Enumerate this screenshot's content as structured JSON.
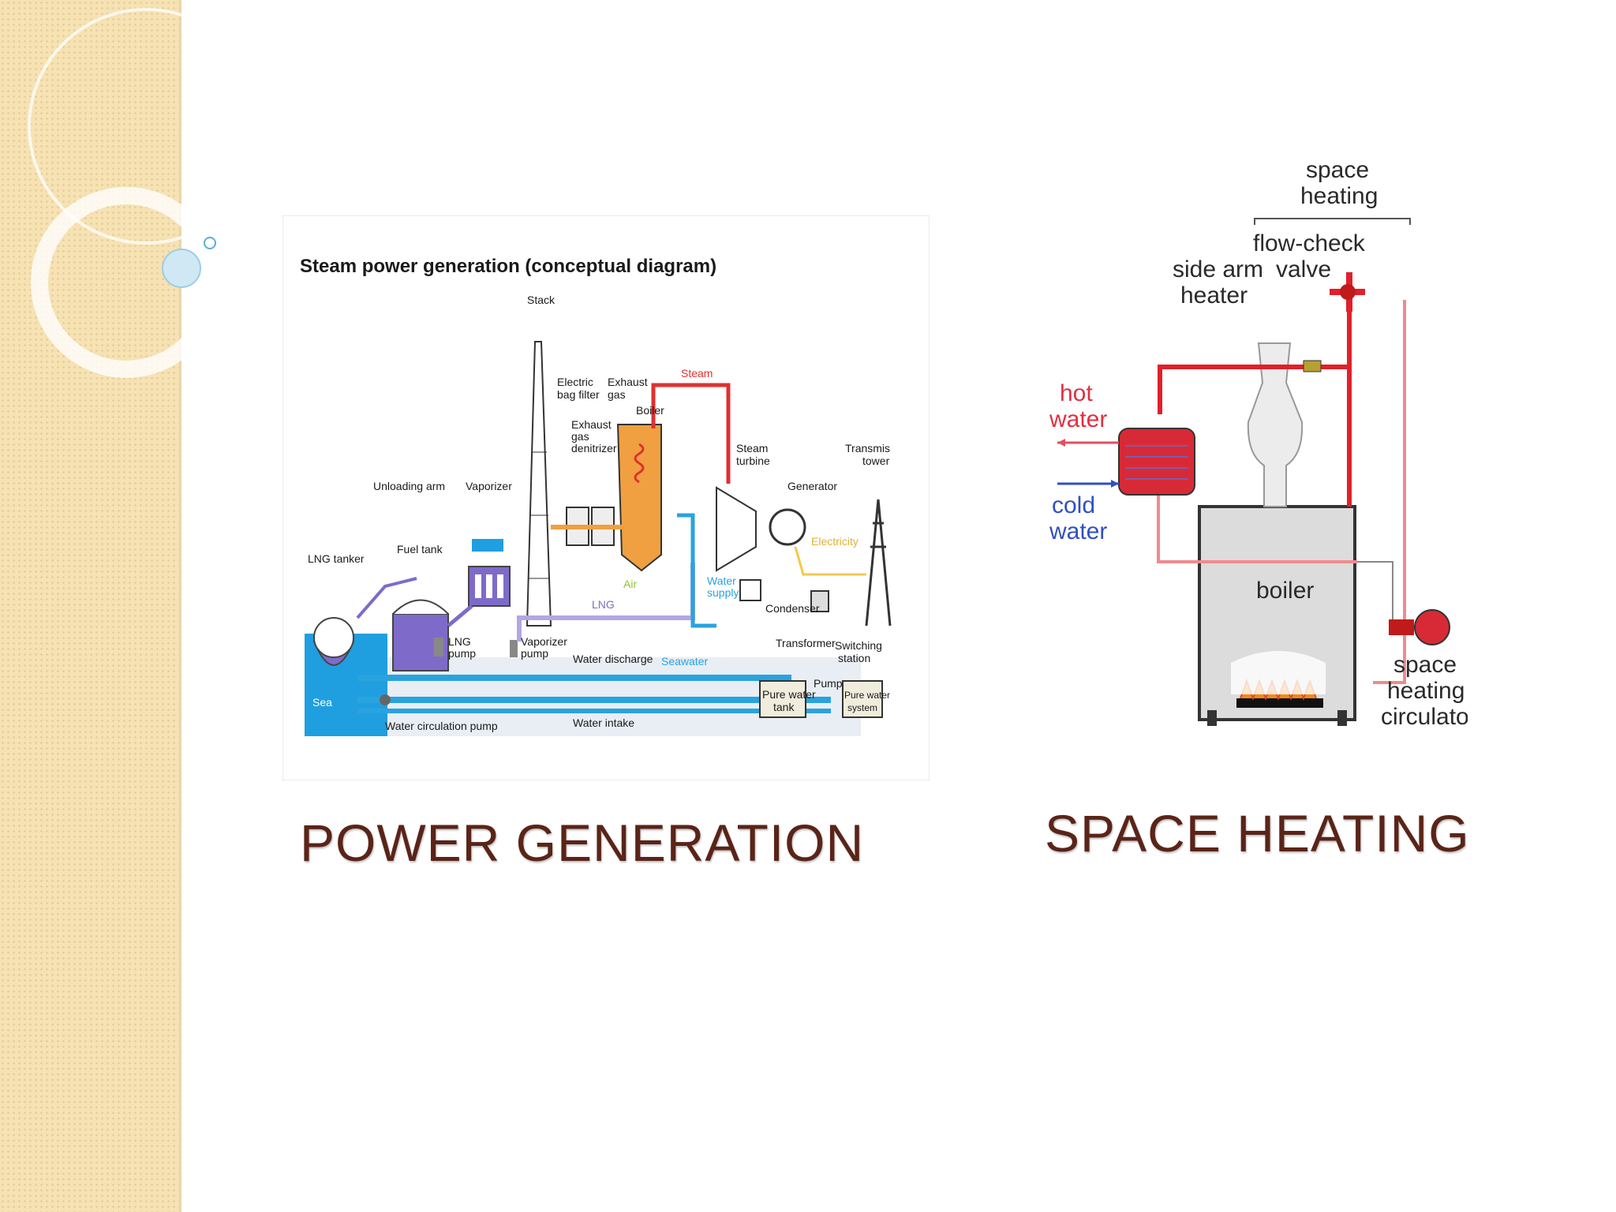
{
  "slide": {
    "power_title": "POWER GENERATION",
    "heating_title": "SPACE HEATING"
  },
  "power_diagram": {
    "heading": "Steam power generation (conceptual diagram)",
    "labels": {
      "stack": "Stack",
      "electric_bag_filter_1": "Electric",
      "electric_bag_filter_2": "bag filter",
      "exhaust_gas_1": "Exhaust",
      "exhaust_gas_2": "gas",
      "exhaust_denitrizer_1": "Exhaust",
      "exhaust_denitrizer_2": "gas",
      "exhaust_denitrizer_3": "denitrizer",
      "boiler": "Boiler",
      "steam": "Steam",
      "steam_turbine_1": "Steam",
      "steam_turbine_2": "turbine",
      "transmission_1": "Transmis",
      "transmission_2": "tower",
      "unloading_arm": "Unloading arm",
      "vaporizer": "Vaporizer",
      "generator": "Generator",
      "lng_tanker": "LNG tanker",
      "fuel_tank": "Fuel tank",
      "electricity": "Electricity",
      "air": "Air",
      "lng": "LNG",
      "water_supply_1": "Water",
      "water_supply_2": "supply",
      "condenser": "Condenser",
      "lng_pump_1": "LNG",
      "lng_pump_2": "pump",
      "vaporizer_pump_1": "Vaporizer",
      "vaporizer_pump_2": "pump",
      "water_discharge": "Water discharge",
      "seawater": "Seawater",
      "transformer": "Transformer",
      "switching_1": "Switching",
      "switching_2": "station",
      "pump": "Pump",
      "sea": "Sea",
      "pure_water_tank_1": "Pure water",
      "pure_water_tank_2": "tank",
      "pure_water_system_1": "Pure water",
      "pure_water_system_2": "system",
      "water_circulation_pump": "Water circulation pump",
      "water_intake": "Water intake"
    }
  },
  "heating_diagram": {
    "labels": {
      "space_heating_1": "space",
      "space_heating_2": "heating",
      "flow_check_1": "flow-check",
      "flow_check_2": "valve",
      "side_arm_1": "side arm",
      "side_arm_2": "heater",
      "hot_1": "hot",
      "hot_2": "water",
      "cold_1": "cold",
      "cold_2": "water",
      "boiler": "boiler",
      "circulator_1": "space",
      "circulator_2": "heating",
      "circulator_3": "circulator"
    }
  },
  "colors": {
    "title": "#5a2418",
    "sidebar": "#f6e2b3",
    "steam_red": "#e03030",
    "water_blue": "#29a3e0",
    "boiler_orange": "#f0a040",
    "lng_purple": "#7e6bc9"
  }
}
